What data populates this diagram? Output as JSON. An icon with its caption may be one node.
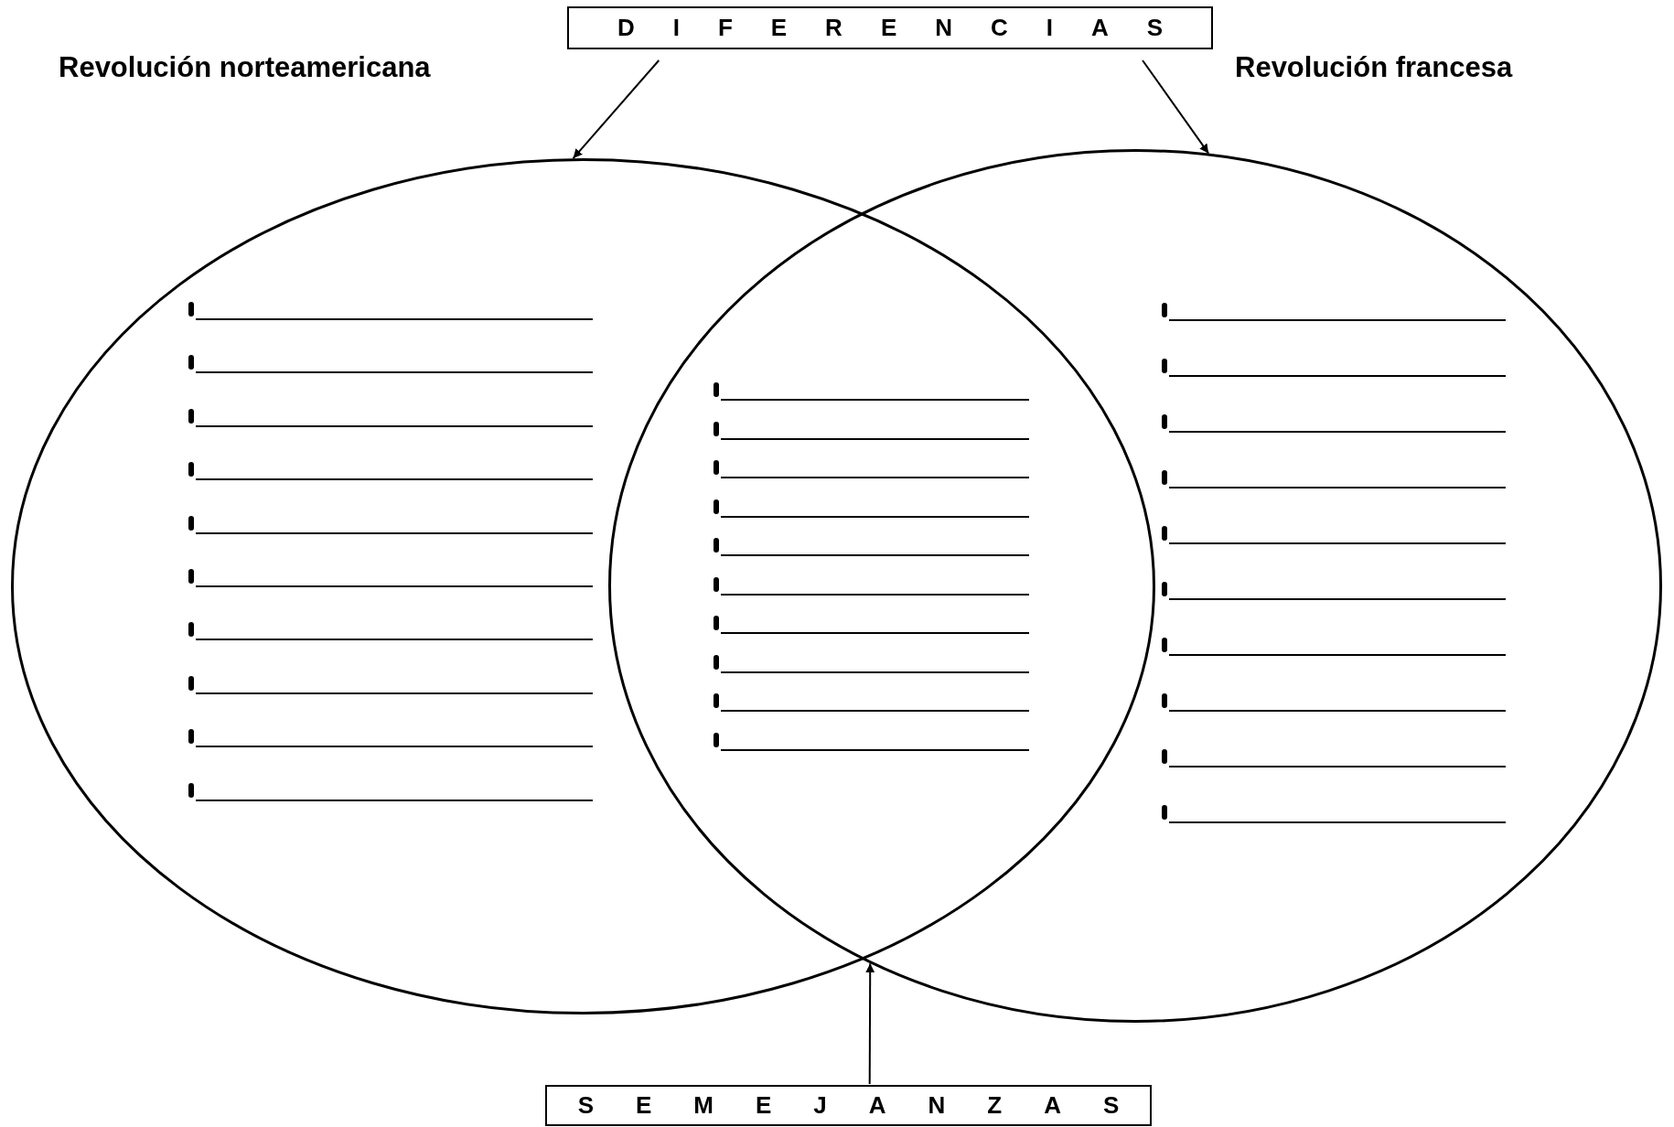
{
  "diagram": {
    "nodes": [
      {
        "text": [
          "DIFERENCIAS"
        ]
      },
      {
        "text": [
          "SEMEJANZAS"
        ]
      },
      {
        "text": [
          "Revolución norteamericana"
        ]
      },
      {
        "text": [
          "Revolución francesa"
        ]
      }
    ],
    "edges": [
      {
        "from": 0,
        "to": 2,
        "arrow": "to"
      },
      {
        "from": 0,
        "to": 3,
        "arrow": "to"
      },
      {
        "from": 1,
        "to": 3,
        "arrow": "to"
      }
    ]
  }
}
